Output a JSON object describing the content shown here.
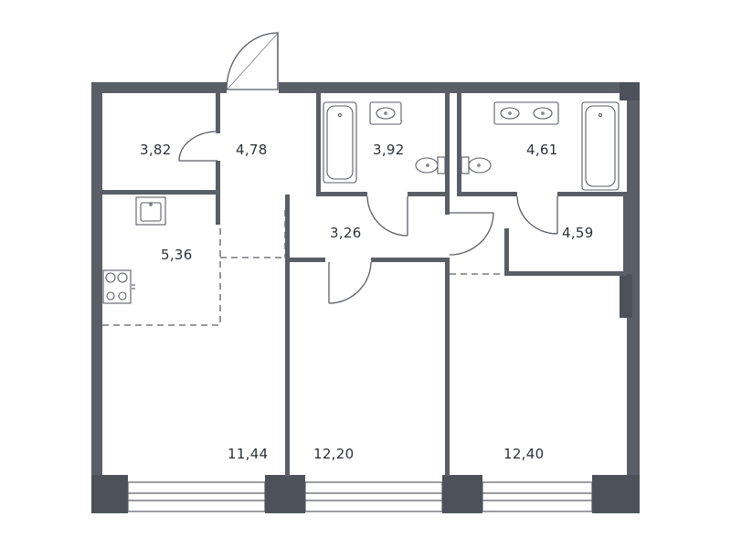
{
  "floor_plan": {
    "rooms": [
      {
        "key": "storage",
        "area": "3,82"
      },
      {
        "key": "hallway",
        "area": "4,78"
      },
      {
        "key": "bath_1",
        "area": "3,92"
      },
      {
        "key": "bath_2",
        "area": "4,61"
      },
      {
        "key": "corridor",
        "area": "3,26"
      },
      {
        "key": "wardrobe",
        "area": "4,59"
      },
      {
        "key": "kitchen",
        "area": "5,36"
      },
      {
        "key": "living",
        "area": "11,44"
      },
      {
        "key": "bedroom_1",
        "area": "12,20"
      },
      {
        "key": "bedroom_2",
        "area": "12,40"
      }
    ],
    "colors": {
      "wall": "#5a5e66",
      "label": "#2d3138",
      "background": "#ffffff"
    }
  }
}
